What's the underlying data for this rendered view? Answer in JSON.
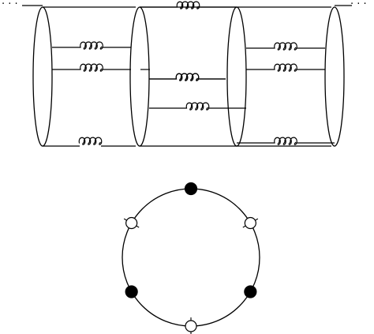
{
  "figure": {
    "top": {
      "left_ellipsis": "· · ·",
      "right_ellipsis": "· · ·",
      "disks": 4,
      "stroke_color": "#000000",
      "fill_color": "#ffffff"
    },
    "bottom": {
      "beads": [
        {
          "angle_deg": 90,
          "kind": "filled",
          "has_tick": false
        },
        {
          "angle_deg": 30,
          "kind": "open",
          "has_tick": true
        },
        {
          "angle_deg": -30,
          "kind": "filled",
          "has_tick": false
        },
        {
          "angle_deg": -90,
          "kind": "open",
          "has_tick": true
        },
        {
          "angle_deg": -150,
          "kind": "filled",
          "has_tick": false
        },
        {
          "angle_deg": 150,
          "kind": "open",
          "has_tick": true
        }
      ],
      "filled_color": "#000000",
      "open_color": "#ffffff"
    }
  }
}
